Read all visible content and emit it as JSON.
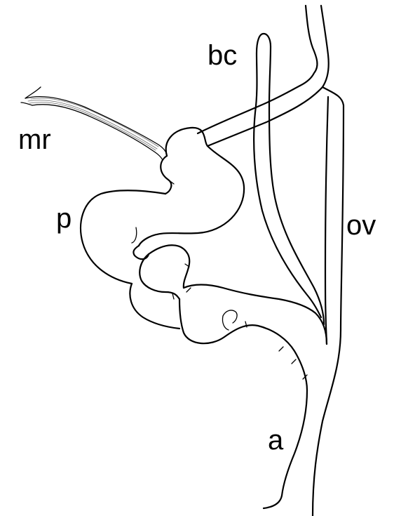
{
  "figure": {
    "labels": {
      "bc": "bc",
      "mr": "mr",
      "p": "p",
      "ov": "ov",
      "a": "a"
    },
    "colors": {
      "background": "#ffffff",
      "line": "#000000",
      "muscle_fiber": "#6a6a6a"
    }
  }
}
